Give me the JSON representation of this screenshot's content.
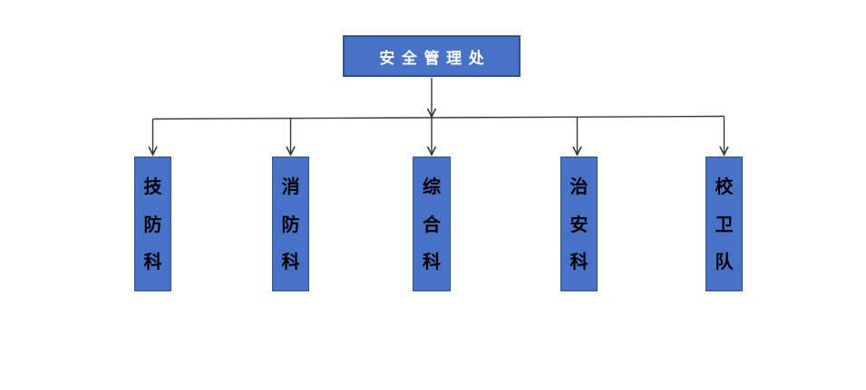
{
  "org_chart": {
    "root": {
      "label": "安全管理处"
    },
    "departments": [
      {
        "label": "技防科",
        "chars": [
          "技",
          "防",
          "科"
        ]
      },
      {
        "label": "消防科",
        "chars": [
          "消",
          "防",
          "科"
        ]
      },
      {
        "label": "综合科",
        "chars": [
          "综",
          "合",
          "科"
        ]
      },
      {
        "label": "治安科",
        "chars": [
          "治",
          "安",
          "科"
        ]
      },
      {
        "label": "校卫队",
        "chars": [
          "校",
          "卫",
          "队"
        ]
      }
    ],
    "colors": {
      "box_fill": "#4673C8",
      "box_border": "#2F528F",
      "root_text": "#FFFFFF",
      "dept_text": "#000000",
      "connector": "#363636",
      "background": "#FFFFFF"
    }
  }
}
